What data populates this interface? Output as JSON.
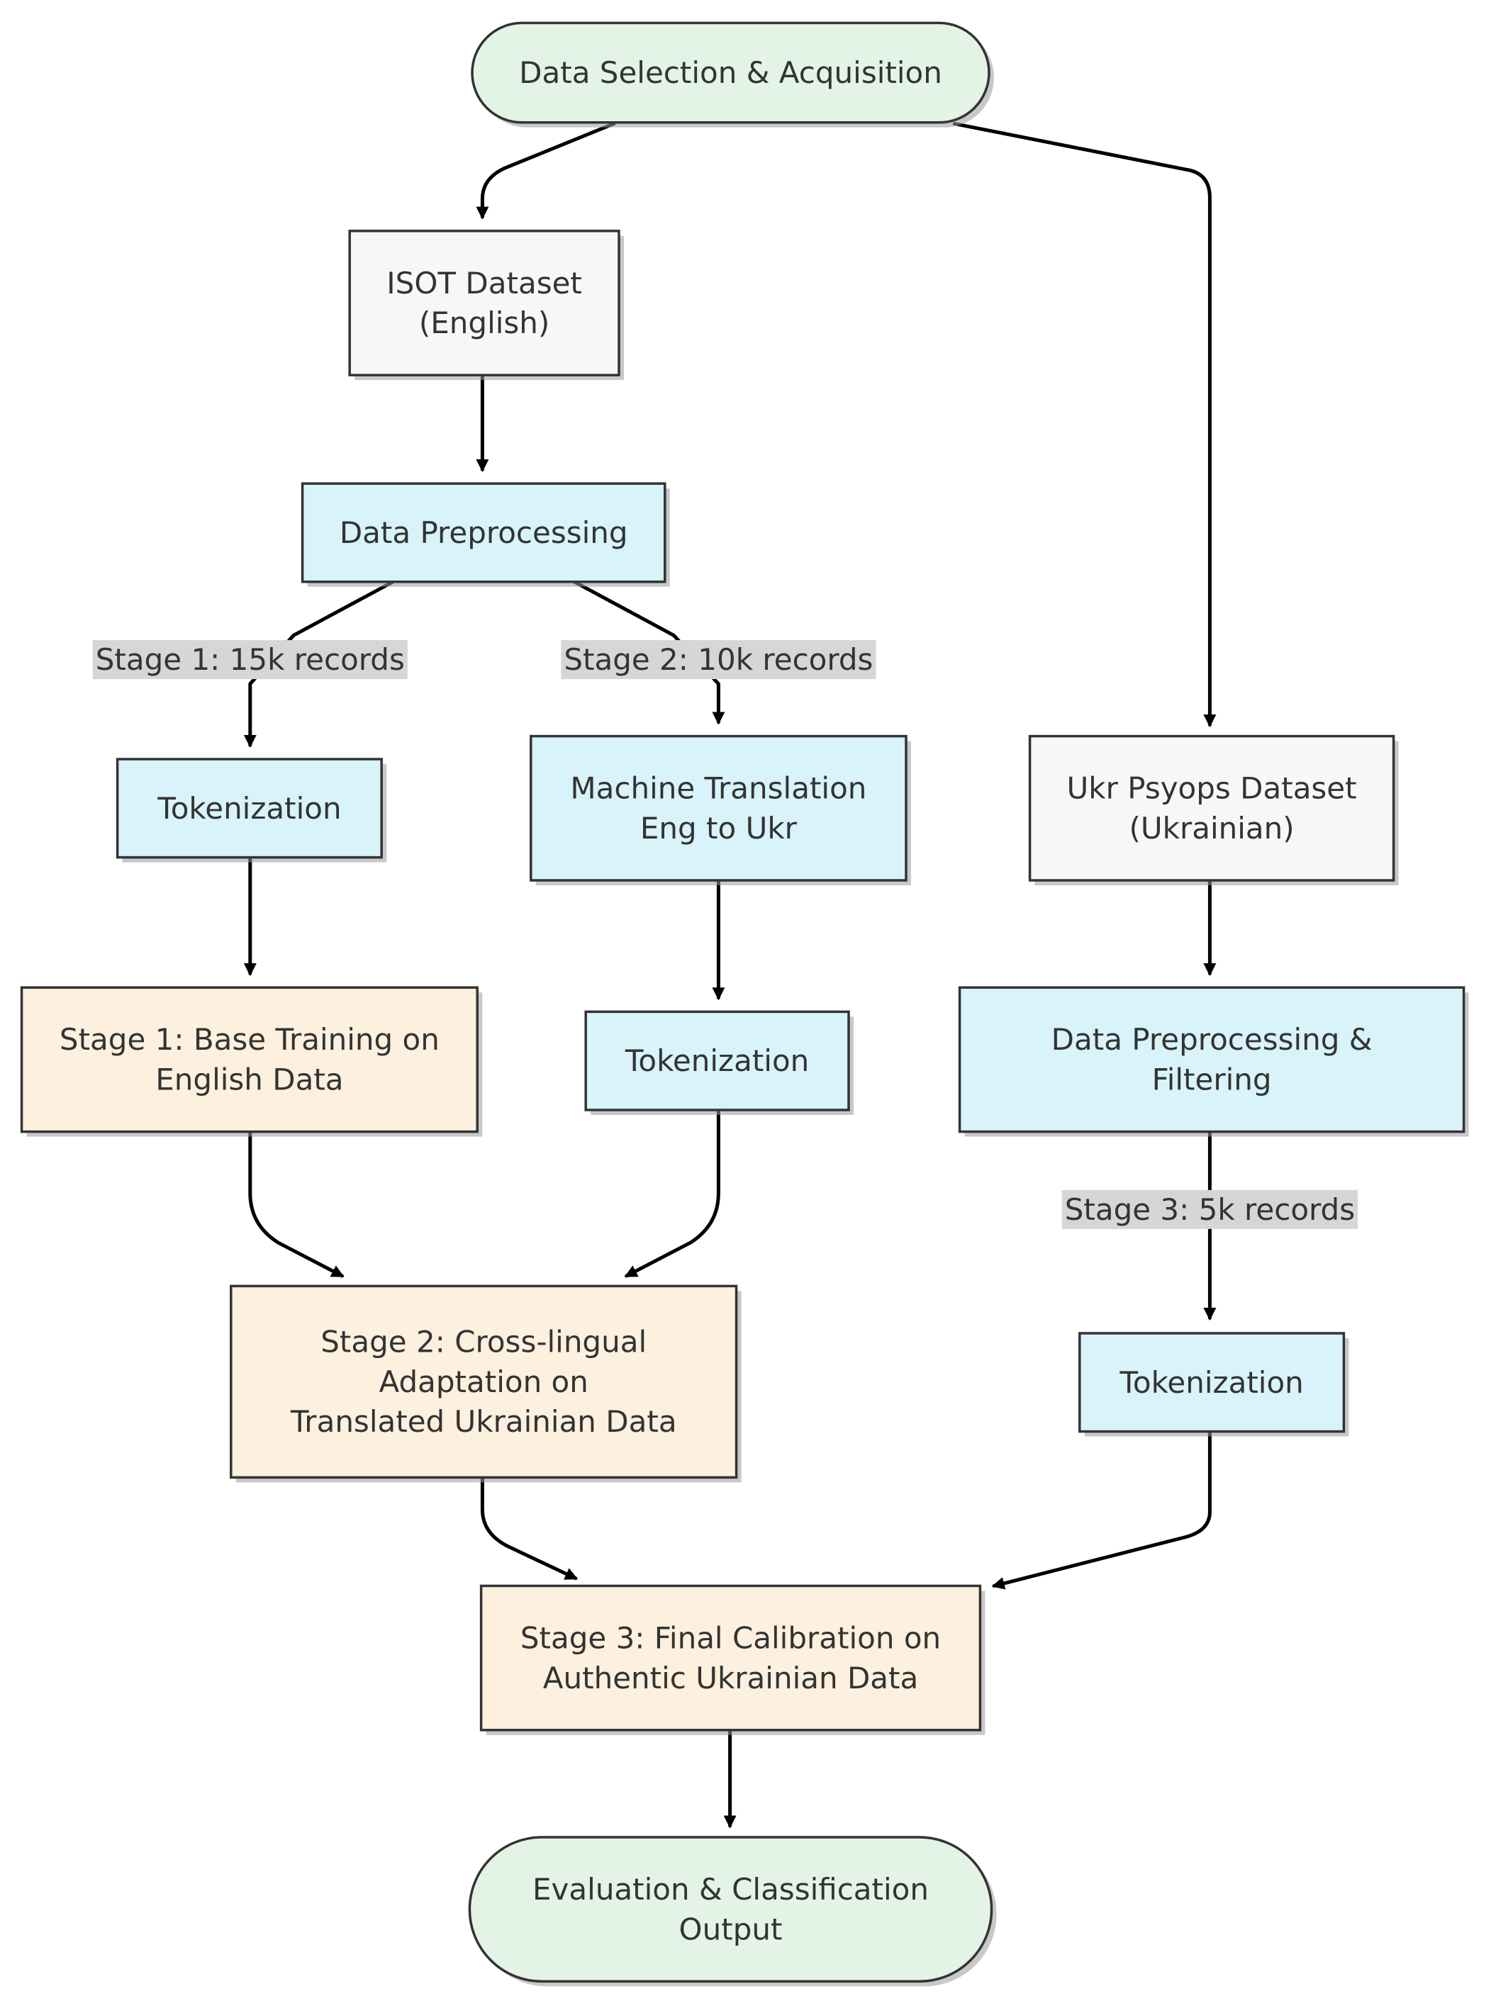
{
  "colors": {
    "terminal_fill": "#e3f3e6",
    "source_fill": "#f7f7f7",
    "process_fill": "#d8f3fa",
    "training_fill": "#fdf0de",
    "border": "#333333",
    "edge": "#000000",
    "label_bg": "#d6d6d6",
    "text": "#333333"
  },
  "nodes": {
    "start": {
      "lines": [
        "Data Selection & Acquisition"
      ]
    },
    "isot_dataset": {
      "lines": [
        "ISOT Dataset",
        "(English)"
      ]
    },
    "data_preprocessing": {
      "lines": [
        "Data Preprocessing"
      ]
    },
    "tokenization_left": {
      "lines": [
        "Tokenization"
      ]
    },
    "machine_translation": {
      "lines": [
        "Machine Translation",
        "Eng to Ukr"
      ]
    },
    "ukr_psyops_dataset": {
      "lines": [
        "Ukr Psyops Dataset",
        "(Ukrainian)"
      ]
    },
    "stage1_training": {
      "lines": [
        "Stage 1: Base Training on",
        "English Data"
      ]
    },
    "tokenization_middle": {
      "lines": [
        "Tokenization"
      ]
    },
    "preprocessing_filtering": {
      "lines": [
        "Data Preprocessing &",
        "Filtering"
      ]
    },
    "stage2_adaptation": {
      "lines": [
        "Stage 2: Cross-lingual",
        "Adaptation on",
        "Translated Ukrainian Data"
      ]
    },
    "tokenization_right": {
      "lines": [
        "Tokenization"
      ]
    },
    "stage3_calibration": {
      "lines": [
        "Stage 3: Final Calibration on",
        "Authentic Ukrainian Data"
      ]
    },
    "end": {
      "lines": [
        "Evaluation & Classification",
        "Output"
      ]
    }
  },
  "edge_labels": {
    "stage1_records": "Stage 1: 15k records",
    "stage2_records": "Stage 2: 10k records",
    "stage3_records": "Stage 3: 5k records"
  },
  "edges": [
    {
      "from": "start",
      "to": "isot_dataset"
    },
    {
      "from": "start",
      "to": "ukr_psyops_dataset"
    },
    {
      "from": "isot_dataset",
      "to": "data_preprocessing"
    },
    {
      "from": "data_preprocessing",
      "to": "tokenization_left",
      "label": "stage1_records"
    },
    {
      "from": "data_preprocessing",
      "to": "machine_translation",
      "label": "stage2_records"
    },
    {
      "from": "tokenization_left",
      "to": "stage1_training"
    },
    {
      "from": "machine_translation",
      "to": "tokenization_middle"
    },
    {
      "from": "ukr_psyops_dataset",
      "to": "preprocessing_filtering"
    },
    {
      "from": "stage1_training",
      "to": "stage2_adaptation"
    },
    {
      "from": "tokenization_middle",
      "to": "stage2_adaptation"
    },
    {
      "from": "preprocessing_filtering",
      "to": "tokenization_right",
      "label": "stage3_records"
    },
    {
      "from": "stage2_adaptation",
      "to": "stage3_calibration"
    },
    {
      "from": "tokenization_right",
      "to": "stage3_calibration"
    },
    {
      "from": "stage3_calibration",
      "to": "end"
    }
  ]
}
